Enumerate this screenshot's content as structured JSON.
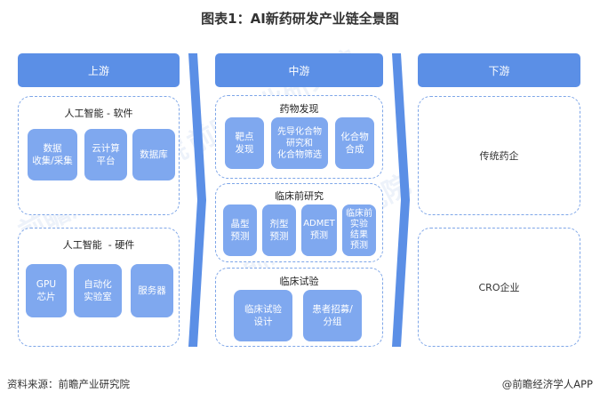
{
  "title": "图表1：AI新药研发产业链全景图",
  "upstream": {
    "header": "上游",
    "software": {
      "title": "人工智能 - 软件",
      "items": [
        "数据\n收集/采集",
        "云计算\n平台",
        "数据库"
      ]
    },
    "hardware": {
      "title": "人工智能  - 硬件",
      "items": [
        "GPU\n芯片",
        "自动化\n实验室",
        "服务器"
      ]
    }
  },
  "midstream": {
    "header": "中游",
    "drug_discovery": {
      "title": "药物发现",
      "items": [
        "靶点\n发现",
        "先导化合物\n研究和\n化合物筛选",
        "化合物\n合成"
      ]
    },
    "preclinical": {
      "title": "临床前研究",
      "items": [
        "晶型\n预测",
        "剂型\n预测",
        "ADMET\n预测",
        "临床前\n实验\n结果\n预测"
      ]
    },
    "clinical": {
      "title": "临床试验",
      "items": [
        "临床试验\n设计",
        "患者招募/\n分组"
      ]
    }
  },
  "downstream": {
    "header": "下游",
    "items": [
      "传统药企",
      "CRO企业"
    ]
  },
  "footer": {
    "source": "资料来源：前瞻产业研究院",
    "brand": "@前瞻经济学人APP"
  },
  "watermark": {
    "text": "前瞻产业研究院"
  },
  "colors": {
    "header_bg": "#5b8fe6",
    "card_bg": "#7fa8ef",
    "dashed_border": "#7ea6e8"
  }
}
